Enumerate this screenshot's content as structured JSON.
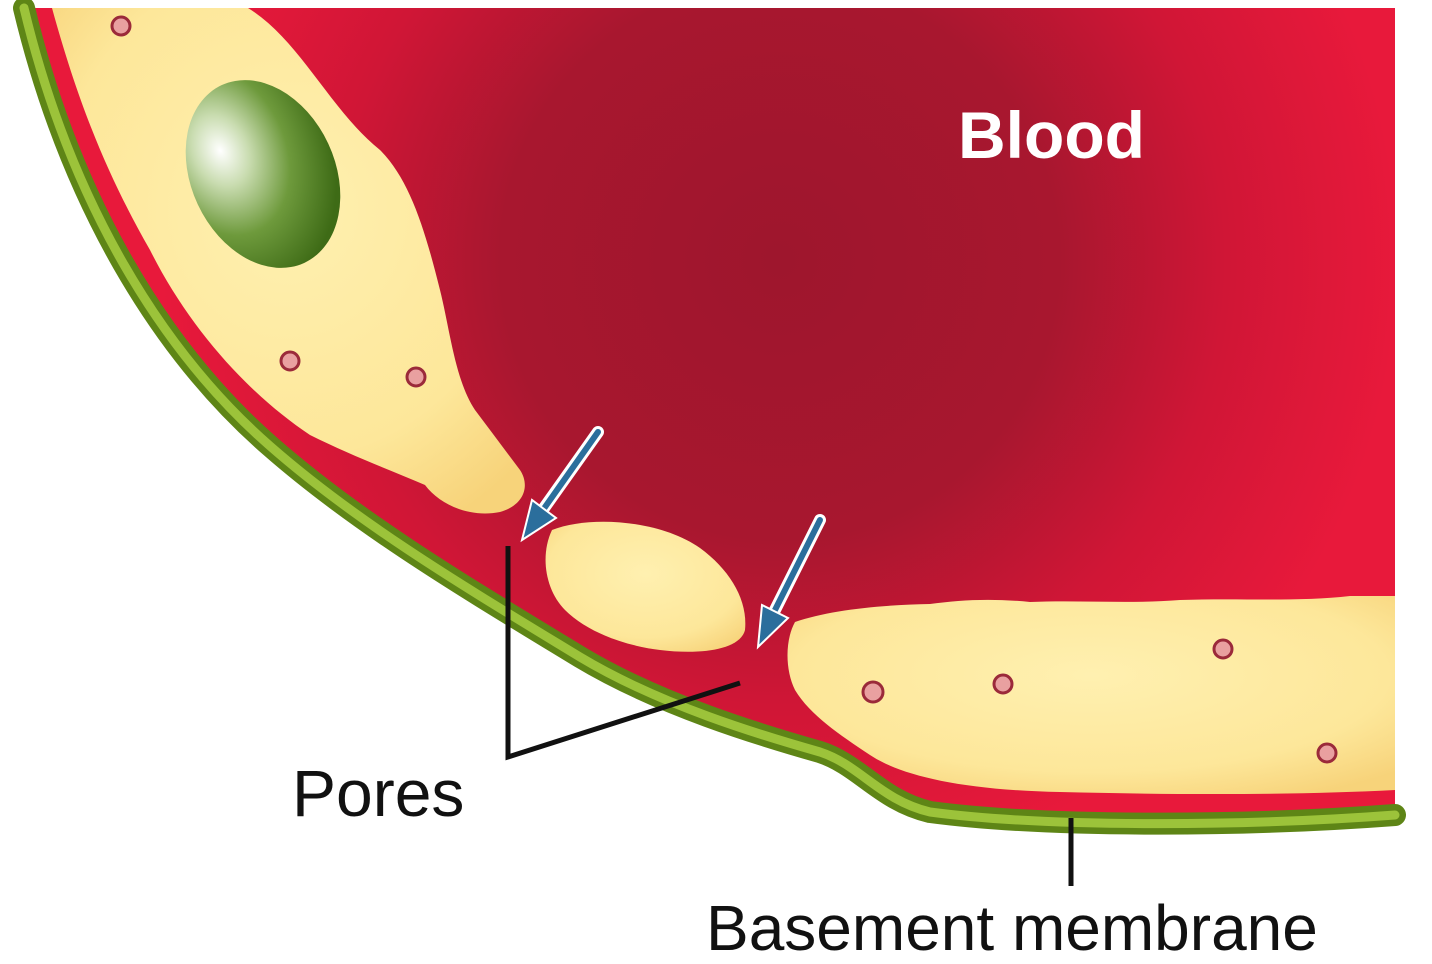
{
  "labels": {
    "blood": "Blood",
    "pores": "Pores",
    "basement_membrane": "Basement membrane"
  },
  "colors": {
    "blood_dark": "#a3172e",
    "blood_light": "#e8193b",
    "endothelial_cell": "#fde89a",
    "basement_membrane": "#7aa11e",
    "nucleus": "#4e7d1c",
    "arrow": "#2b6e9c"
  },
  "icons": [
    "nucleus-icon",
    "pore-arrow-icon"
  ]
}
